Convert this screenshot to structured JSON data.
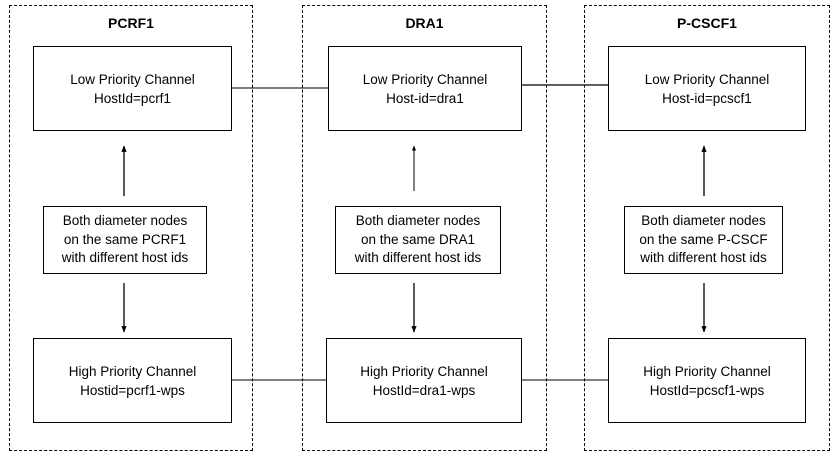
{
  "diagram": {
    "groups": [
      {
        "title": "PCRF1",
        "low": {
          "title": "Low Priority Channel",
          "host": "HostId=pcrf1"
        },
        "note": [
          "Both diameter nodes",
          "on the same PCRF1",
          "with different host ids"
        ],
        "high": {
          "title": "High Priority Channel",
          "host": "Hostid=pcrf1-wps"
        }
      },
      {
        "title": "DRA1",
        "low": {
          "title": "Low Priority Channel",
          "host": "Host-id=dra1"
        },
        "note": [
          "Both diameter nodes",
          "on the same DRA1",
          "with different host ids"
        ],
        "high": {
          "title": "High Priority Channel",
          "host": "HostId=dra1-wps"
        }
      },
      {
        "title": "P-CSCF1",
        "low": {
          "title": "Low Priority Channel",
          "host": "Host-id=pcscf1"
        },
        "note": [
          "Both diameter nodes",
          "on the same P-CSCF",
          "with different host ids"
        ],
        "high": {
          "title": "High Priority Channel",
          "host": "HostId=pcscf1-wps"
        }
      }
    ]
  }
}
